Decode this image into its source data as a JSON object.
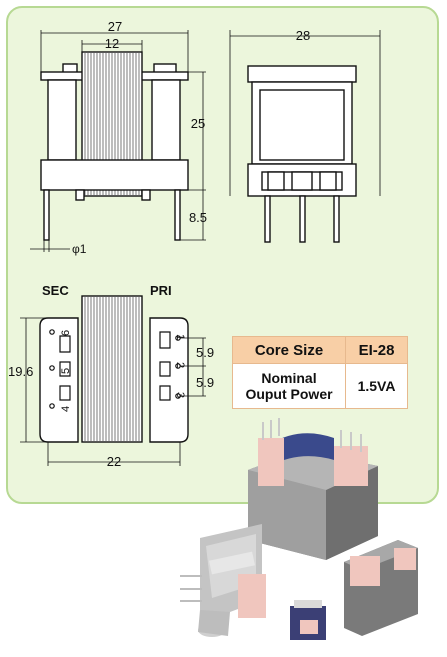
{
  "top_view": {
    "dim_width": "27",
    "dim_core": "12",
    "dim_height": "25",
    "dim_pin_length": "8.5",
    "dim_pin_dia": "φ1"
  },
  "side_view": {
    "dim_width": "28"
  },
  "bottom_view": {
    "label_sec": "SEC",
    "label_pri": "PRI",
    "dim_height": "19.6",
    "dim_pitch_1": "5.9",
    "dim_pitch_2": "5.9",
    "dim_width": "22",
    "pins_sec": [
      "6",
      "5",
      "4"
    ],
    "pins_pri": [
      "1",
      "2",
      "3"
    ]
  },
  "spec_table": {
    "header": {
      "label": "Core Size",
      "value": "EI-28"
    },
    "row": {
      "label": "Nominal Ouput Power",
      "label_line1": "Nominal",
      "label_line2": "Ouput Power",
      "value": "1.5VA"
    }
  },
  "colors": {
    "panel_bg": "#ecf6dc",
    "panel_border": "#b7d993",
    "table_header_bg": "#f8cfa6",
    "table_border": "#e7b98e"
  }
}
